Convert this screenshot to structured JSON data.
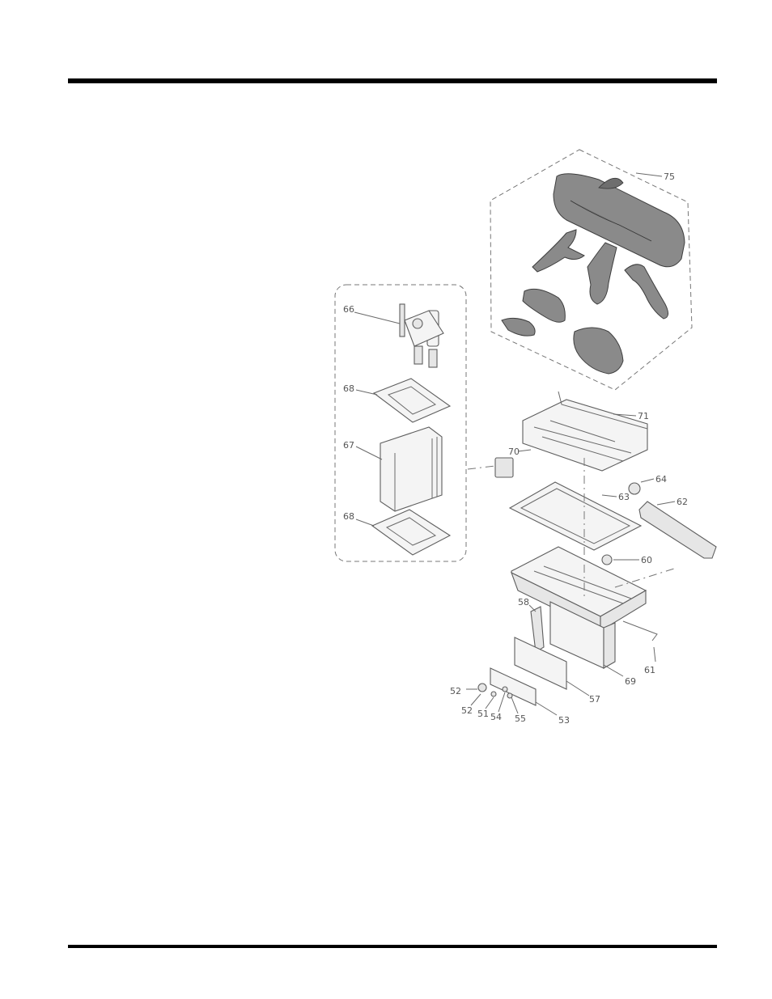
{
  "labels": {
    "l75": "75",
    "l71": "71",
    "l70": "70",
    "l64": "64",
    "l63": "63",
    "l62": "62",
    "l60": "60",
    "l58": "58",
    "l61": "61",
    "l69": "69",
    "l57": "57",
    "l53": "53",
    "l55": "55",
    "l54": "54",
    "l51": "51",
    "l52a": "52",
    "l52b": "52",
    "l66": "66",
    "l68a": "68",
    "l67": "67",
    "l68b": "68"
  }
}
